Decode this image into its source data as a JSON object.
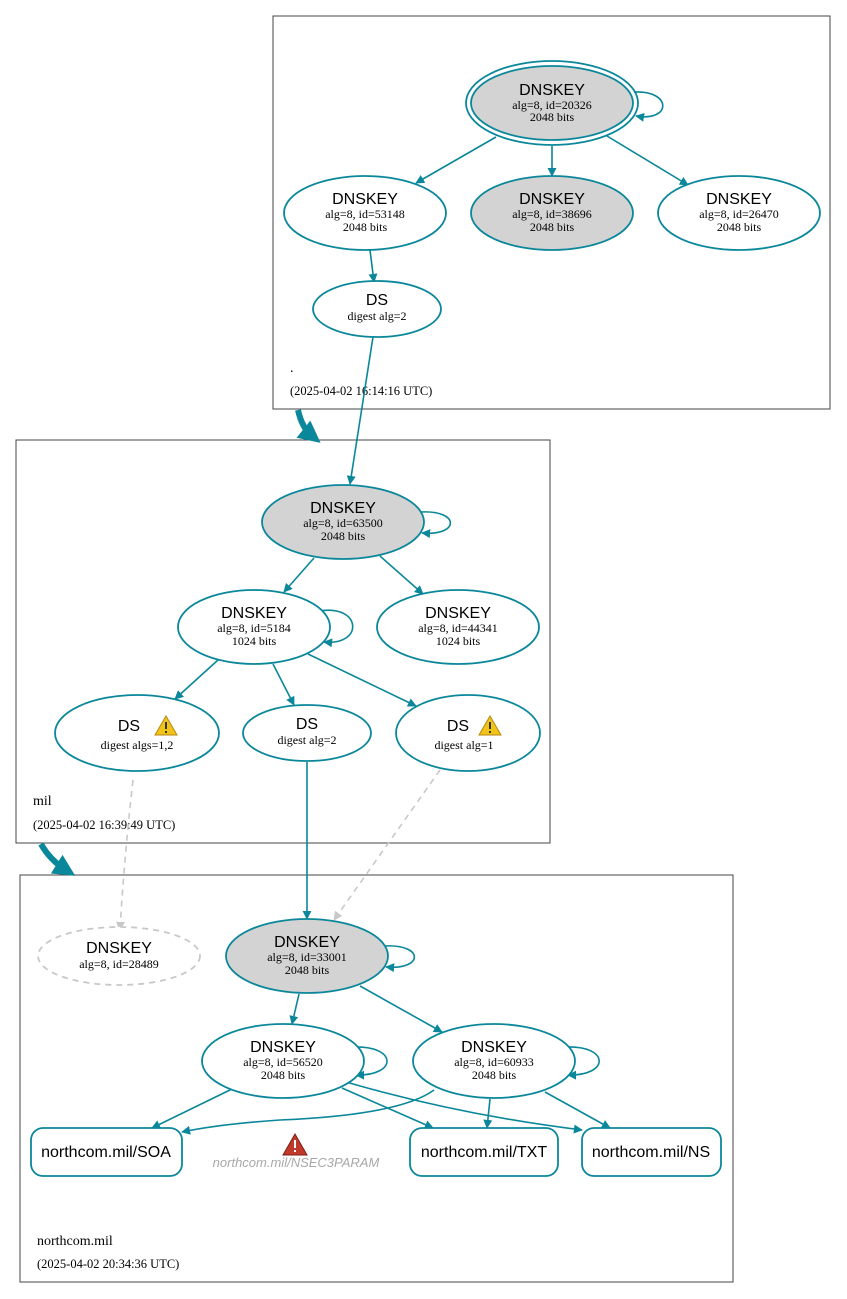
{
  "colors": {
    "edge": "#0a879a",
    "ksk_fill": "#d3d3d3",
    "node_fill": "#ffffff",
    "ghost": "#c8c8c8",
    "warning": "#f0c419",
    "error": "#c0392b"
  },
  "zones": [
    {
      "id": "root",
      "name": ".",
      "timestamp": "(2025-04-02 16:14:16 UTC)",
      "nodes": [
        {
          "id": "root-ksk",
          "type": "DNSKEY",
          "line1": "alg=8, id=20326",
          "line2": "2048 bits",
          "ksk": true,
          "trust_anchor": true
        },
        {
          "id": "root-zsk1",
          "type": "DNSKEY",
          "line1": "alg=8, id=53148",
          "line2": "2048 bits"
        },
        {
          "id": "root-ksk2",
          "type": "DNSKEY",
          "line1": "alg=8, id=38696",
          "line2": "2048 bits",
          "ksk": true
        },
        {
          "id": "root-zsk2",
          "type": "DNSKEY",
          "line1": "alg=8, id=26470",
          "line2": "2048 bits"
        },
        {
          "id": "root-ds",
          "type": "DS",
          "line1": "digest alg=2"
        }
      ]
    },
    {
      "id": "mil",
      "name": "mil",
      "timestamp": "(2025-04-02 16:39:49 UTC)",
      "nodes": [
        {
          "id": "mil-ksk",
          "type": "DNSKEY",
          "line1": "alg=8, id=63500",
          "line2": "2048 bits",
          "ksk": true
        },
        {
          "id": "mil-zsk1",
          "type": "DNSKEY",
          "line1": "alg=8, id=5184",
          "line2": "1024 bits"
        },
        {
          "id": "mil-zsk2",
          "type": "DNSKEY",
          "line1": "alg=8, id=44341",
          "line2": "1024 bits"
        },
        {
          "id": "mil-ds1",
          "type": "DS",
          "line1": "digest algs=1,2",
          "warning": true
        },
        {
          "id": "mil-ds2",
          "type": "DS",
          "line1": "digest alg=2"
        },
        {
          "id": "mil-ds3",
          "type": "DS",
          "line1": "digest alg=1",
          "warning": true
        }
      ]
    },
    {
      "id": "northcom",
      "name": "northcom.mil",
      "timestamp": "(2025-04-02 20:34:36 UTC)",
      "nodes": [
        {
          "id": "nc-ghost",
          "type": "DNSKEY",
          "line1": "alg=8, id=28489",
          "ghost": true
        },
        {
          "id": "nc-ksk",
          "type": "DNSKEY",
          "line1": "alg=8, id=33001",
          "line2": "2048 bits",
          "ksk": true
        },
        {
          "id": "nc-zsk1",
          "type": "DNSKEY",
          "line1": "alg=8, id=56520",
          "line2": "2048 bits"
        },
        {
          "id": "nc-zsk2",
          "type": "DNSKEY",
          "line1": "alg=8, id=60933",
          "line2": "2048 bits"
        }
      ],
      "rrsets": [
        {
          "id": "rr-soa",
          "label": "northcom.mil/SOA"
        },
        {
          "id": "rr-txt",
          "label": "northcom.mil/TXT"
        },
        {
          "id": "rr-ns",
          "label": "northcom.mil/NS"
        }
      ],
      "missing_rrset": {
        "label": "northcom.mil/NSEC3PARAM",
        "error": true
      }
    }
  ],
  "edges": [
    {
      "from": "root-ksk",
      "to": "root-zsk1"
    },
    {
      "from": "root-ksk",
      "to": "root-ksk2"
    },
    {
      "from": "root-ksk",
      "to": "root-zsk2"
    },
    {
      "from": "root-zsk1",
      "to": "root-ds"
    },
    {
      "from": "root-ds",
      "to": "mil-ksk"
    },
    {
      "from": "mil-ksk",
      "to": "mil-zsk1"
    },
    {
      "from": "mil-ksk",
      "to": "mil-zsk2"
    },
    {
      "from": "mil-zsk1",
      "to": "mil-ds1"
    },
    {
      "from": "mil-zsk1",
      "to": "mil-ds2"
    },
    {
      "from": "mil-zsk1",
      "to": "mil-ds3"
    },
    {
      "from": "mil-ds1",
      "to": "nc-ghost",
      "dashed": true
    },
    {
      "from": "mil-ds2",
      "to": "nc-ksk"
    },
    {
      "from": "mil-ds3",
      "to": "nc-ksk",
      "dashed": true
    },
    {
      "from": "nc-ksk",
      "to": "nc-zsk1"
    },
    {
      "from": "nc-ksk",
      "to": "nc-zsk2"
    },
    {
      "from": "nc-zsk1",
      "to": "rr-soa"
    },
    {
      "from": "nc-zsk1",
      "to": "rr-txt"
    },
    {
      "from": "nc-zsk1",
      "to": "rr-ns"
    },
    {
      "from": "nc-zsk2",
      "to": "rr-soa"
    },
    {
      "from": "nc-zsk2",
      "to": "rr-txt"
    },
    {
      "from": "nc-zsk2",
      "to": "rr-ns"
    }
  ],
  "self_signed": [
    "root-ksk",
    "mil-ksk",
    "mil-zsk1",
    "nc-ksk",
    "nc-zsk1",
    "nc-zsk2"
  ],
  "delegations": [
    {
      "from": "root",
      "to": "mil"
    },
    {
      "from": "mil",
      "to": "northcom"
    }
  ]
}
